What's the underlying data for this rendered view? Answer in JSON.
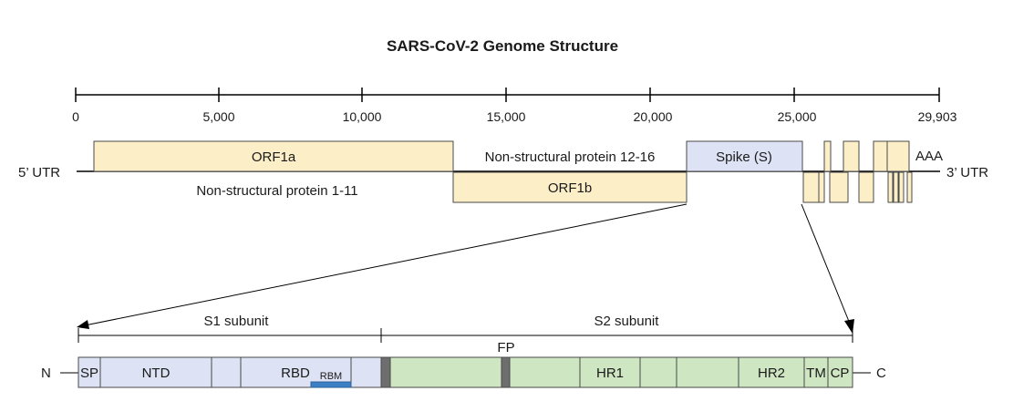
{
  "title": "SARS-CoV-2 Genome Structure",
  "axis": {
    "ticks": [
      "0",
      "5,000",
      "10,000",
      "15,000",
      "20,000",
      "25,000",
      "29,903"
    ]
  },
  "genome": {
    "utr5": "5’ UTR",
    "utr3": "3’ UTR",
    "polya": "AAA",
    "orf1a": "ORF1a",
    "orf1b": "ORF1b",
    "spike": "Spike (S)",
    "nsp_1_11": "Non-structural protein 1-11",
    "nsp_12_16": "Non-structural protein 12-16"
  },
  "spike_protein": {
    "s1": "S1 subunit",
    "s2": "S2 subunit",
    "n_term": "N",
    "c_term": "C",
    "fp": "FP",
    "domains": {
      "sp": "SP",
      "ntd": "NTD",
      "rbd": "RBD",
      "rbm": "RBM",
      "hr1": "HR1",
      "hr2": "HR2",
      "tm": "TM",
      "cp": "CP"
    }
  },
  "colors": {
    "orf": "#fcefc8",
    "spike": "#dde3f4",
    "s2": "#cfe6c2",
    "rbm": "#3b7fc6",
    "fp": "#6e6e6e",
    "outline": "#4a4a4a"
  }
}
